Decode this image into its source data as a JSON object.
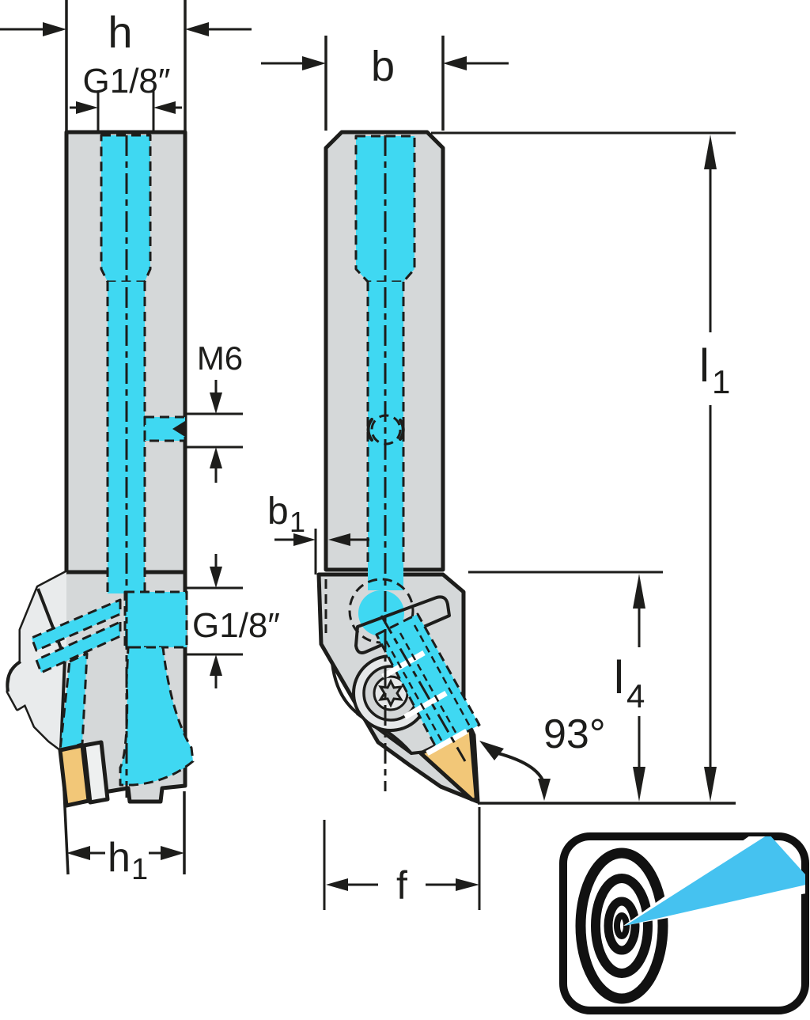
{
  "labels": {
    "h": "h",
    "g18_top": "G1/8″",
    "m6": "M6",
    "g18_side": "G1/8″",
    "h1": {
      "base": "h",
      "sub": "1"
    },
    "b": "b",
    "b1": {
      "base": "b",
      "sub": "1"
    },
    "l1": {
      "base": "l",
      "sub": "1"
    },
    "l4": {
      "base": "l",
      "sub": "4"
    },
    "angle": "93°",
    "f": "f"
  },
  "colors": {
    "line": "#1d1d1b",
    "body_gray": "#d5d8d9",
    "body_light": "#e9ebec",
    "coolant_cyan": "#3fd8f2",
    "insert_yellow": "#f2c778",
    "beam_blue": "#45c2f0",
    "background": "#ffffff"
  },
  "icons": {
    "target": "precision-coolant-target-icon"
  }
}
